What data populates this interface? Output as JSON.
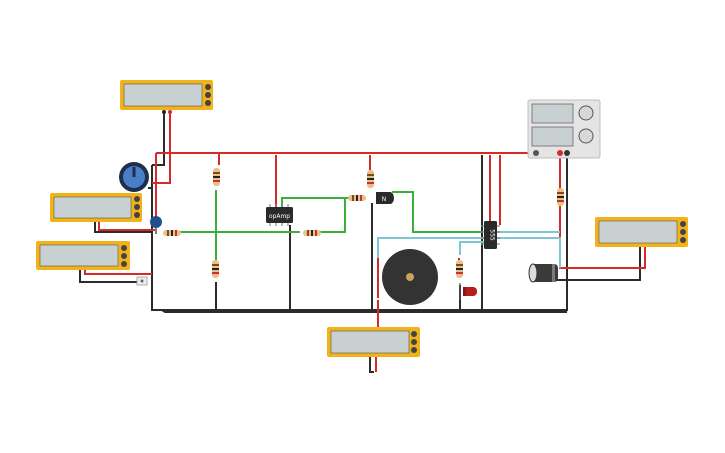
{
  "components": {
    "opamp": {
      "label": "opAmp"
    },
    "timer": {
      "label": "555"
    },
    "transistor": {
      "label": "N"
    }
  },
  "colors": {
    "wire_red": "#d62a2a",
    "wire_black": "#2b2b2b",
    "wire_green": "#3aaf3a",
    "wire_cyan": "#7ec6d4",
    "multimeter_body": "#f2b21a",
    "multimeter_screen": "#c9d0d2",
    "buzzer": "#333333",
    "capacitor_blue": "#1f4f8f",
    "led_red": "#b81d1d"
  },
  "icons": {
    "multimeter": "multimeter-icon",
    "potentiometer": "potentiometer-icon",
    "power_supply": "power-supply-icon",
    "buzzer": "buzzer-icon",
    "led": "led-icon",
    "capacitor": "capacitor-icon",
    "resistor": "resistor-icon",
    "switch": "switch-icon"
  }
}
